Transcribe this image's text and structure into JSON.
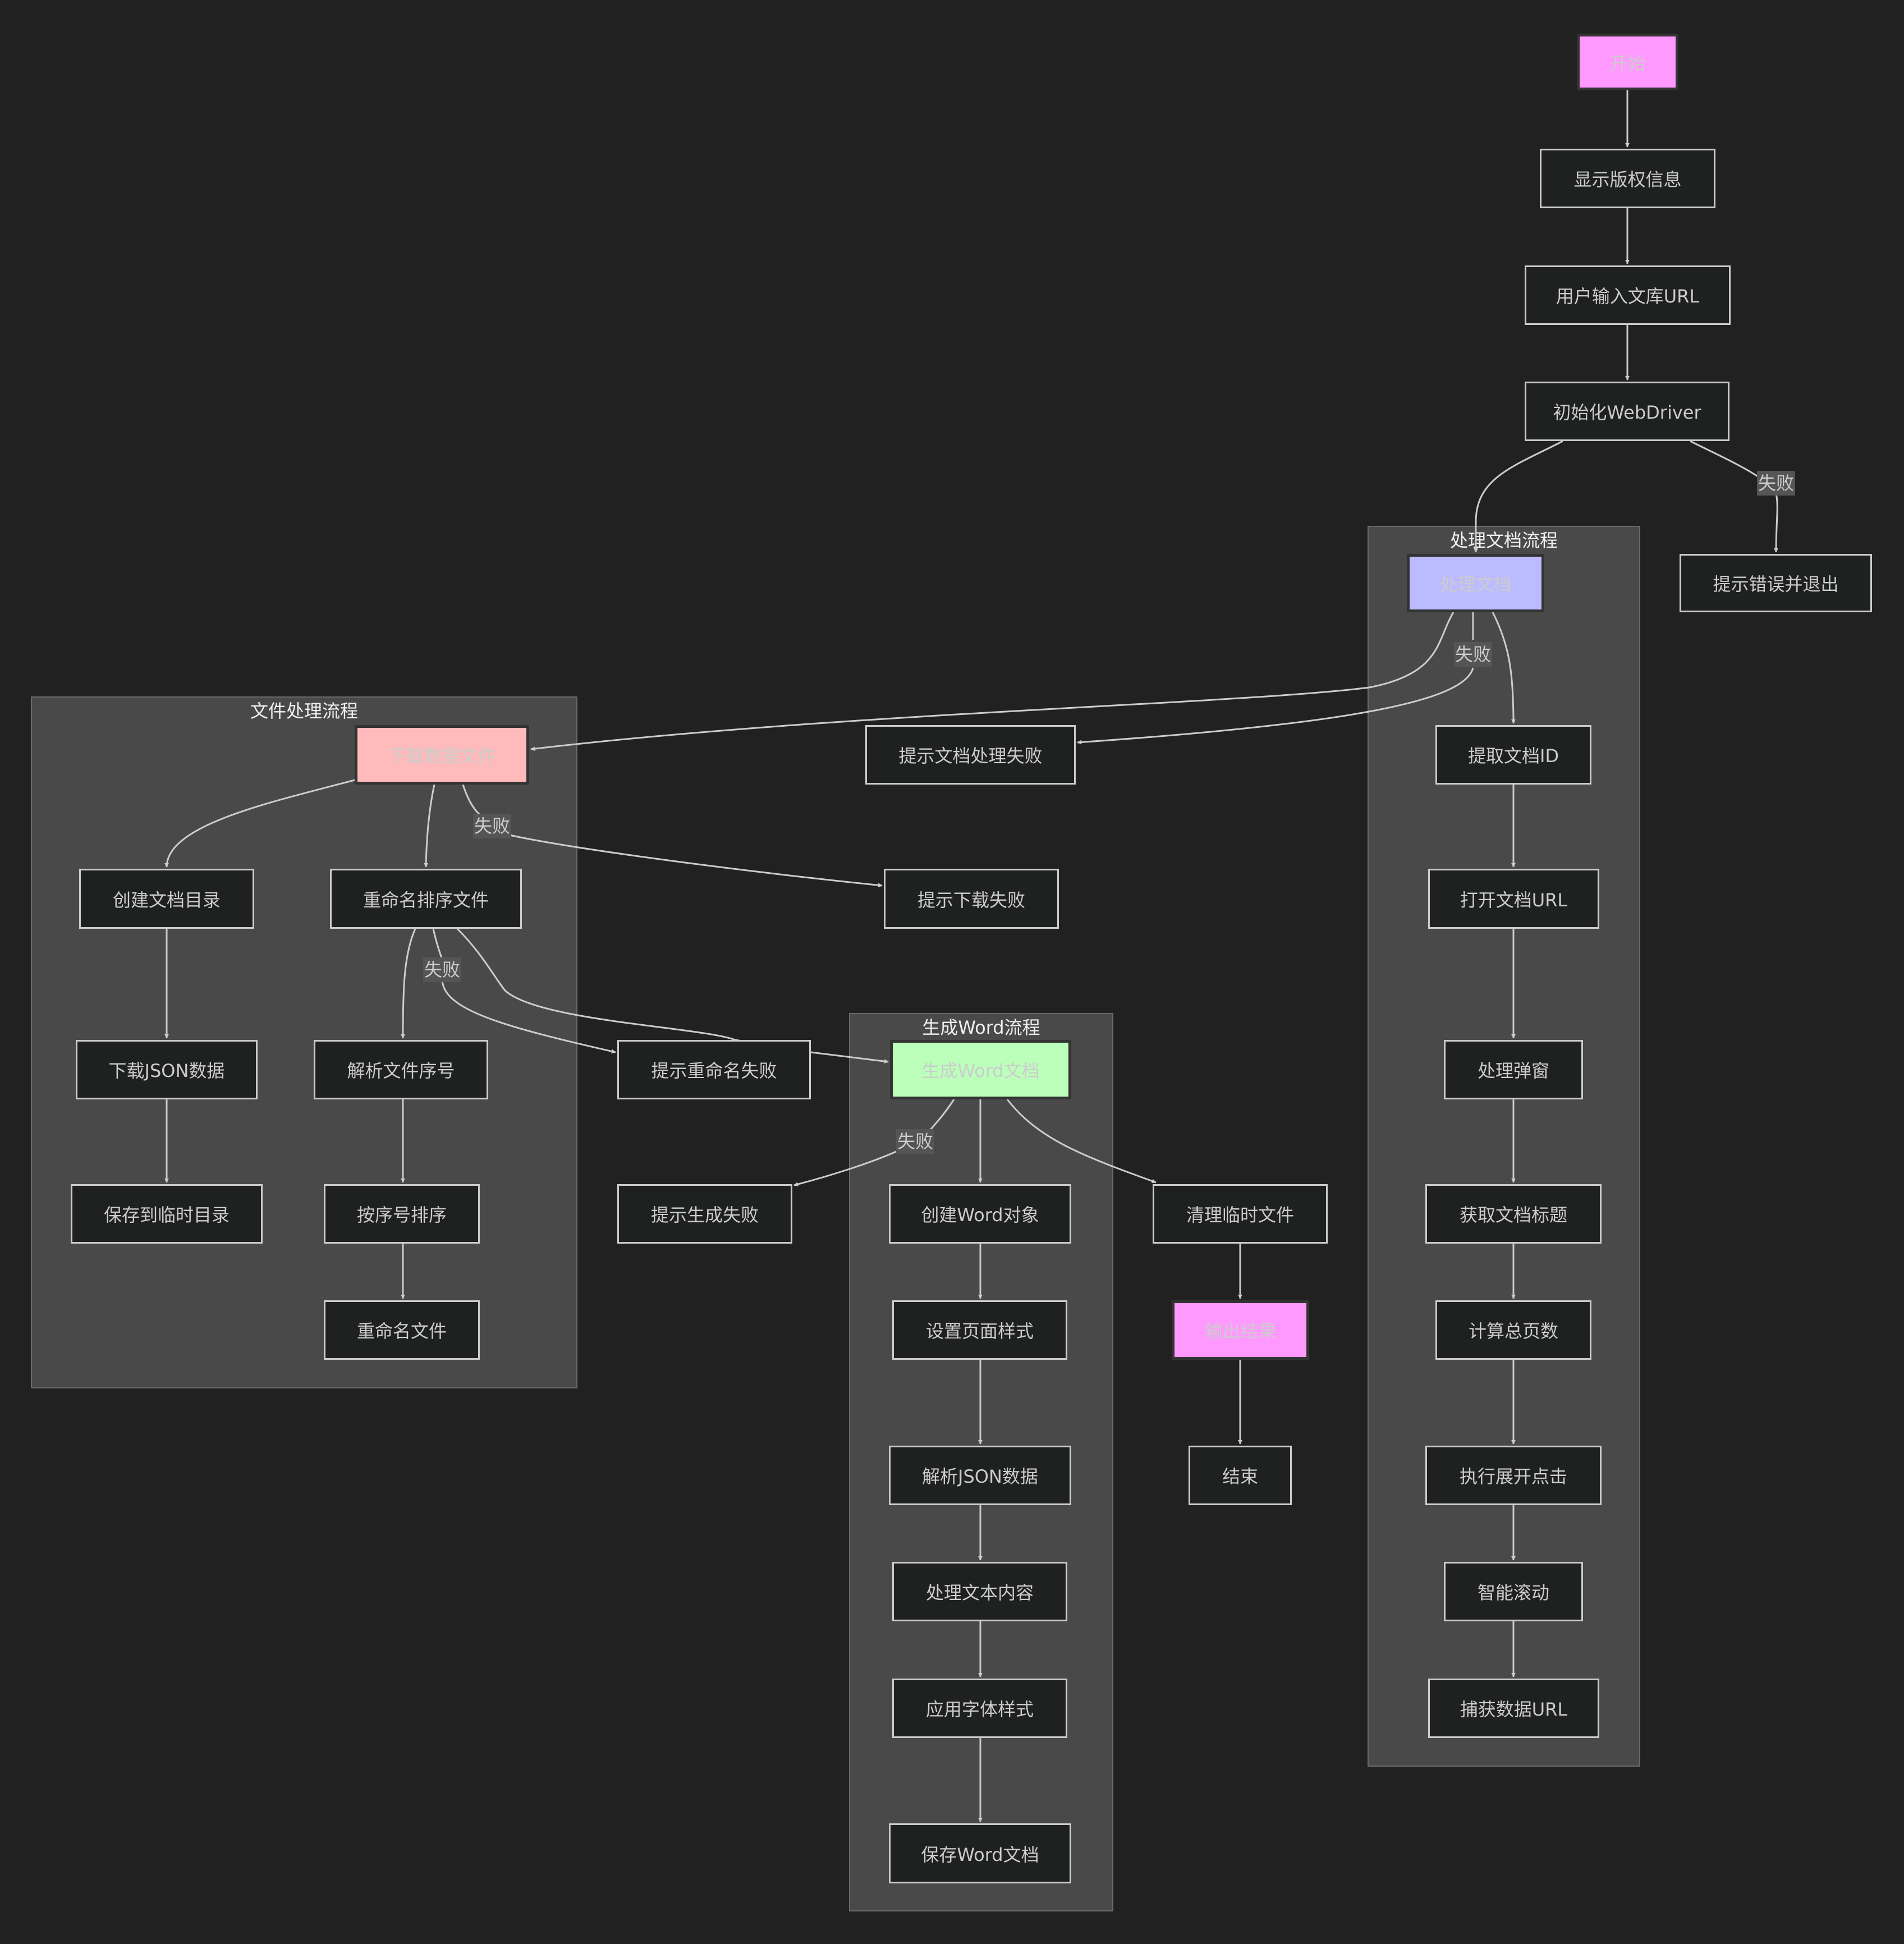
{
  "colors": {
    "background": "#212121",
    "cluster_fill": "#484948",
    "node_fill": "#1f2020",
    "node_stroke": "#cccccc",
    "edge": "#cccccc",
    "label_bg": "#555555",
    "start_end_fill": "#ff99ff",
    "process_doc_fill": "#bbbbff",
    "download_fill": "#ffbbbb",
    "word_fill": "#bbffbb"
  },
  "clusters": {
    "process_doc": "处理文档流程",
    "file_process": "文件处理流程",
    "gen_word": "生成Word流程"
  },
  "nodes": {
    "start": "开始",
    "show_copyright": "显示版权信息",
    "input_url": "用户输入文库URL",
    "init_webdriver": "初始化WebDriver",
    "error_exit": "提示错误并退出",
    "process_doc": "处理文档",
    "extract_id": "提取文档ID",
    "open_url": "打开文档URL",
    "handle_popup": "处理弹窗",
    "get_title": "获取文档标题",
    "calc_pages": "计算总页数",
    "expand_click": "执行展开点击",
    "smart_scroll": "智能滚动",
    "capture_urls": "捕获数据URL",
    "doc_fail": "提示文档处理失败",
    "download_files": "下载数据文件",
    "create_dir": "创建文档目录",
    "rename_sort": "重命名排序文件",
    "download_json": "下载JSON数据",
    "parse_index": "解析文件序号",
    "save_temp": "保存到临时目录",
    "sort_index": "按序号排序",
    "rename_files": "重命名文件",
    "download_fail": "提示下载失败",
    "rename_fail": "提示重命名失败",
    "gen_word": "生成Word文档",
    "create_word": "创建Word对象",
    "page_style": "设置页面样式",
    "parse_json": "解析JSON数据",
    "process_text": "处理文本内容",
    "font_style": "应用字体样式",
    "save_word": "保存Word文档",
    "gen_fail": "提示生成失败",
    "clean_temp": "清理临时文件",
    "output_result": "输出结果",
    "end": "结束"
  },
  "edges": [
    {
      "from": "start",
      "to": "show_copyright",
      "label": ""
    },
    {
      "from": "show_copyright",
      "to": "input_url",
      "label": ""
    },
    {
      "from": "input_url",
      "to": "init_webdriver",
      "label": ""
    },
    {
      "from": "init_webdriver",
      "to": "process_doc",
      "label": ""
    },
    {
      "from": "init_webdriver",
      "to": "error_exit",
      "label": "失败"
    },
    {
      "from": "process_doc",
      "to": "download_files",
      "label": ""
    },
    {
      "from": "process_doc",
      "to": "doc_fail",
      "label": "失败"
    },
    {
      "from": "process_doc",
      "to": "extract_id",
      "label": ""
    },
    {
      "from": "extract_id",
      "to": "open_url",
      "label": ""
    },
    {
      "from": "open_url",
      "to": "handle_popup",
      "label": ""
    },
    {
      "from": "handle_popup",
      "to": "get_title",
      "label": ""
    },
    {
      "from": "get_title",
      "to": "calc_pages",
      "label": ""
    },
    {
      "from": "calc_pages",
      "to": "expand_click",
      "label": ""
    },
    {
      "from": "expand_click",
      "to": "smart_scroll",
      "label": ""
    },
    {
      "from": "smart_scroll",
      "to": "capture_urls",
      "label": ""
    },
    {
      "from": "download_files",
      "to": "create_dir",
      "label": ""
    },
    {
      "from": "download_files",
      "to": "rename_sort",
      "label": ""
    },
    {
      "from": "download_files",
      "to": "download_fail",
      "label": "失败"
    },
    {
      "from": "create_dir",
      "to": "download_json",
      "label": ""
    },
    {
      "from": "download_json",
      "to": "save_temp",
      "label": ""
    },
    {
      "from": "rename_sort",
      "to": "parse_index",
      "label": ""
    },
    {
      "from": "rename_sort",
      "to": "rename_fail",
      "label": "失败"
    },
    {
      "from": "rename_sort",
      "to": "gen_word",
      "label": ""
    },
    {
      "from": "parse_index",
      "to": "sort_index",
      "label": ""
    },
    {
      "from": "sort_index",
      "to": "rename_files",
      "label": ""
    },
    {
      "from": "gen_word",
      "to": "gen_fail",
      "label": "失败"
    },
    {
      "from": "gen_word",
      "to": "create_word",
      "label": ""
    },
    {
      "from": "gen_word",
      "to": "clean_temp",
      "label": ""
    },
    {
      "from": "create_word",
      "to": "page_style",
      "label": ""
    },
    {
      "from": "page_style",
      "to": "parse_json",
      "label": ""
    },
    {
      "from": "parse_json",
      "to": "process_text",
      "label": ""
    },
    {
      "from": "process_text",
      "to": "font_style",
      "label": ""
    },
    {
      "from": "font_style",
      "to": "save_word",
      "label": ""
    },
    {
      "from": "clean_temp",
      "to": "output_result",
      "label": ""
    },
    {
      "from": "output_result",
      "to": "end",
      "label": ""
    }
  ]
}
